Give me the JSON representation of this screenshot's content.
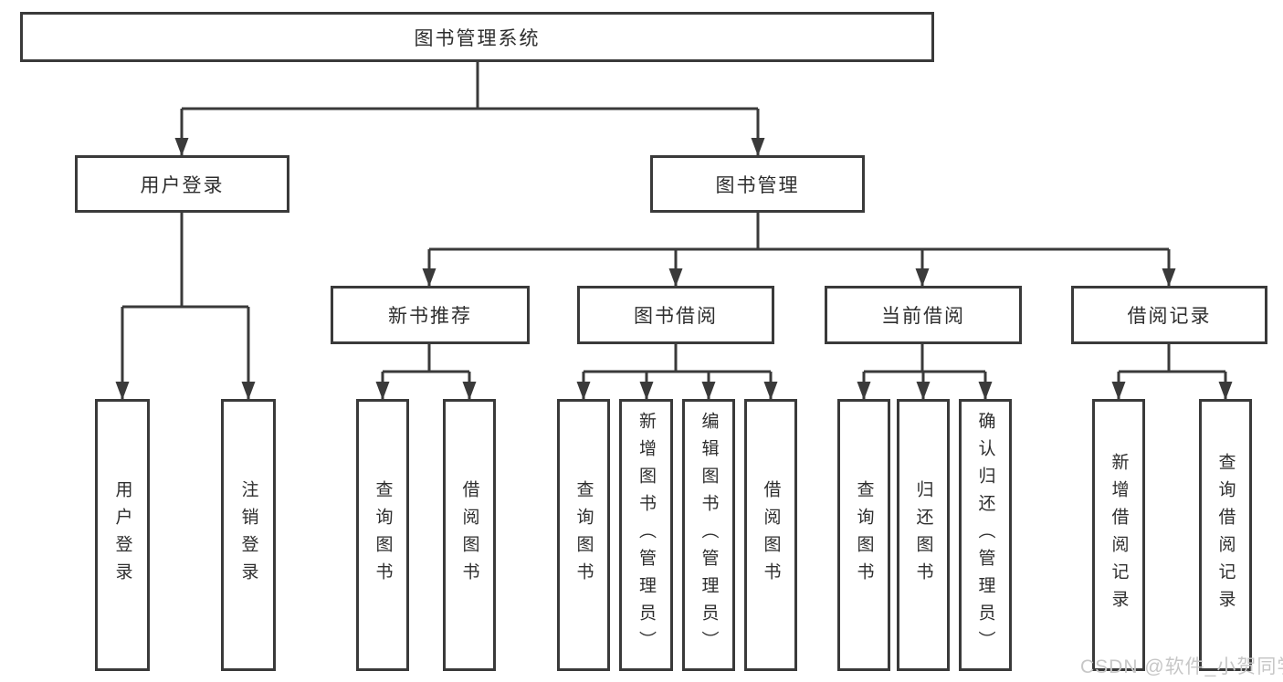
{
  "tree": {
    "label": "图书管理系统",
    "children": [
      {
        "label": "用户登录",
        "children": [
          {
            "label": "用户登录"
          },
          {
            "label": "注销登录"
          }
        ]
      },
      {
        "label": "图书管理",
        "children": [
          {
            "label": "新书推荐",
            "children": [
              {
                "label": "查询图书"
              },
              {
                "label": "借阅图书"
              }
            ]
          },
          {
            "label": "图书借阅",
            "children": [
              {
                "label": "查询图书"
              },
              {
                "label": "新增图书（管理员）"
              },
              {
                "label": "编辑图书（管理员）"
              },
              {
                "label": "借阅图书"
              }
            ]
          },
          {
            "label": "当前借阅",
            "children": [
              {
                "label": "查询图书"
              },
              {
                "label": "归还图书"
              },
              {
                "label": "确认归还（管理员）"
              }
            ]
          },
          {
            "label": "借阅记录",
            "children": [
              {
                "label": "新增借阅记录"
              },
              {
                "label": "查询借阅记录"
              }
            ]
          }
        ]
      }
    ]
  },
  "watermark": {
    "text": "CSDN @软件_小贺同学"
  },
  "colors": {
    "line": "#3a3a3a",
    "text": "#2e2e2e",
    "watermark": "#c7c7c7",
    "background": "#ffffff"
  }
}
